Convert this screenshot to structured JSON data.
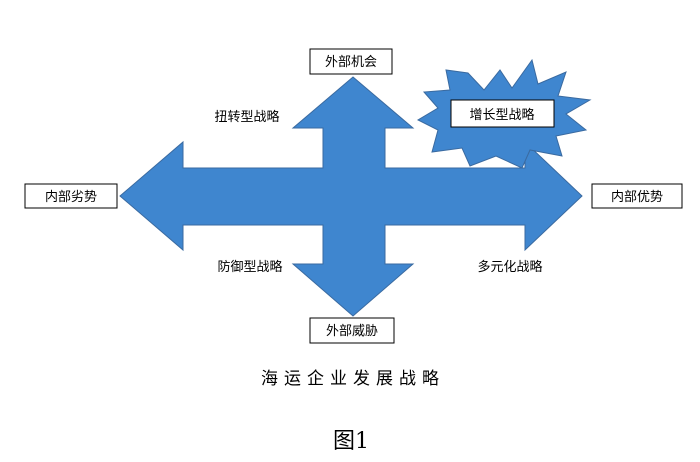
{
  "diagram": {
    "nodes": {
      "top": "外部机会",
      "bottom": "外部威胁",
      "left": "内部劣势",
      "right": "内部优势"
    },
    "quadrants": {
      "top_left": "扭转型战略",
      "top_right": "增长型战略",
      "bottom_left": "防御型战略",
      "bottom_right": "多元化战略"
    },
    "caption": "海运企业发展战略",
    "figure_label": "图1"
  },
  "colors": {
    "arrow_fill": "#3f86cf",
    "arrow_stroke": "#3a6aa0",
    "box_border": "#000000",
    "starburst_fill": "#3f86cf"
  }
}
